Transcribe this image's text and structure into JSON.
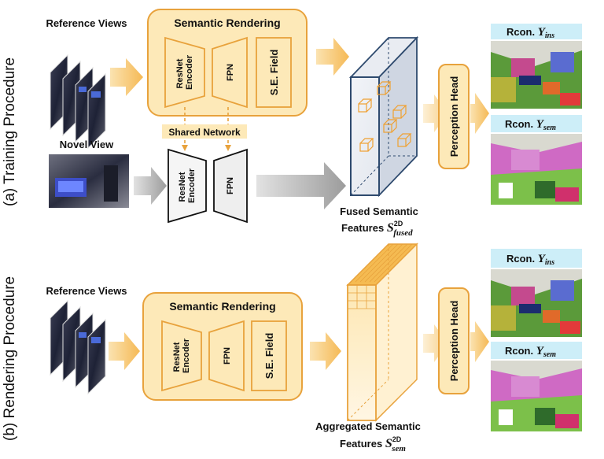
{
  "training": {
    "side_label": "(a) Training Procedure",
    "reference_views_label": "Reference Views",
    "novel_view_label": "Novel View",
    "semantic_rendering_title": "Semantic Rendering",
    "encoder_line1": "ResNet",
    "encoder_line2": "Encoder",
    "fpn_label": "FPN",
    "se_field_label": "S.E. Field",
    "shared_network_label": "Shared Network",
    "fused_caption_line1": "Fused Semantic",
    "fused_caption_prefix": "Features ",
    "fused_symbol": "S",
    "fused_sup": "2D",
    "fused_sub": "fused",
    "perception_head_label": "Perception Head",
    "ins_label": "Rcon. ",
    "ins_symbol": "Y",
    "ins_sub": "ins",
    "sem_label": "Rcon. ",
    "sem_symbol": "Y",
    "sem_sub": "sem"
  },
  "rendering": {
    "side_label": "(b) Rendering Procedure",
    "reference_views_label": "Reference Views",
    "semantic_rendering_title": "Semantic Rendering",
    "encoder_line1": "ResNet",
    "encoder_line2": "Encoder",
    "fpn_label": "FPN",
    "se_field_label": "S.E. Field",
    "aggregated_caption_line1": "Aggregated Semantic",
    "aggregated_caption_prefix": "Features ",
    "aggregated_symbol": "S",
    "aggregated_sup": "2D",
    "aggregated_sub": "sem",
    "perception_head_label": "Perception Head",
    "ins_label": "Rcon. ",
    "ins_symbol": "Y",
    "ins_sub": "ins",
    "sem_label": "Rcon. ",
    "sem_symbol": "Y",
    "sem_sub": "sem"
  },
  "colors": {
    "module_fill": "#fde9b8",
    "module_stroke": "#e8a23c",
    "arrow_orange": "#f5c26b",
    "arrow_gray": "#b5b5b5",
    "label_cyan": "#cdeef8",
    "volume_blue": "#2e4a6e"
  }
}
